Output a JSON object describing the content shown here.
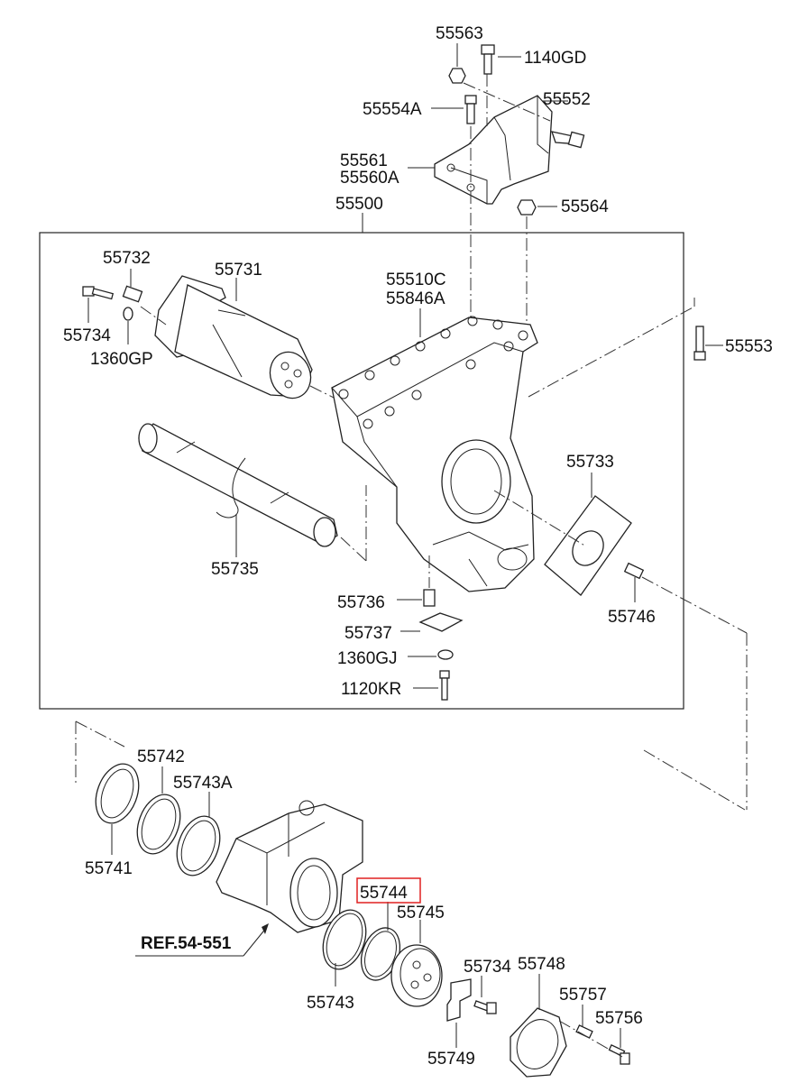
{
  "diagram": {
    "labels": {
      "p55563": "55563",
      "p1140GD": "1140GD",
      "p55554A": "55554A",
      "p55552": "55552",
      "p55561": "55561",
      "p55560A": "55560A",
      "p55564": "55564",
      "p55500": "55500",
      "p55732": "55732",
      "p55731": "55731",
      "p55734a": "55734",
      "p1360GP": "1360GP",
      "p55510C": "55510C",
      "p55846A": "55846A",
      "p55553": "55553",
      "p55733": "55733",
      "p55735": "55735",
      "p55736": "55736",
      "p55737": "55737",
      "p1360GJ": "1360GJ",
      "p1120KR": "1120KR",
      "p55746": "55746",
      "p55742": "55742",
      "p55743A": "55743A",
      "p55741": "55741",
      "p55744": "55744",
      "p55745": "55745",
      "ref": "REF.54-551",
      "p55743": "55743",
      "p55734b": "55734",
      "p55748": "55748",
      "p55757": "55757",
      "p55756": "55756",
      "p55749": "55749"
    },
    "highlight_color": "#e02020"
  }
}
